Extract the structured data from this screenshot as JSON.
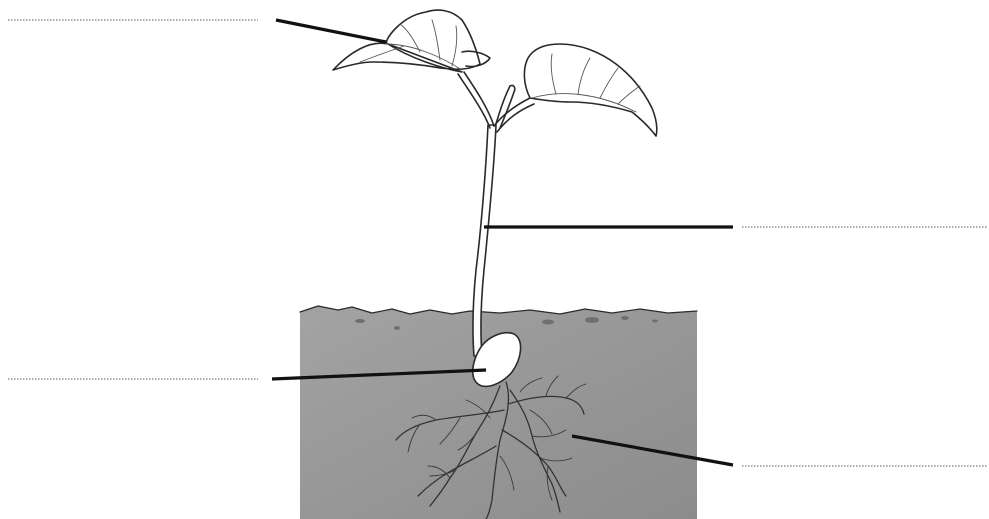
{
  "diagram": {
    "subject": "bean seedling",
    "parts": [
      {
        "id": "leaf",
        "label": ""
      },
      {
        "id": "stem",
        "label": ""
      },
      {
        "id": "seed",
        "label": ""
      },
      {
        "id": "roots",
        "label": ""
      }
    ],
    "colors": {
      "soil": "#9a9a9a",
      "outline": "#2a2a2a",
      "leader": "#111111",
      "answer_line": "#7a7a7a",
      "background": "#ffffff"
    }
  }
}
